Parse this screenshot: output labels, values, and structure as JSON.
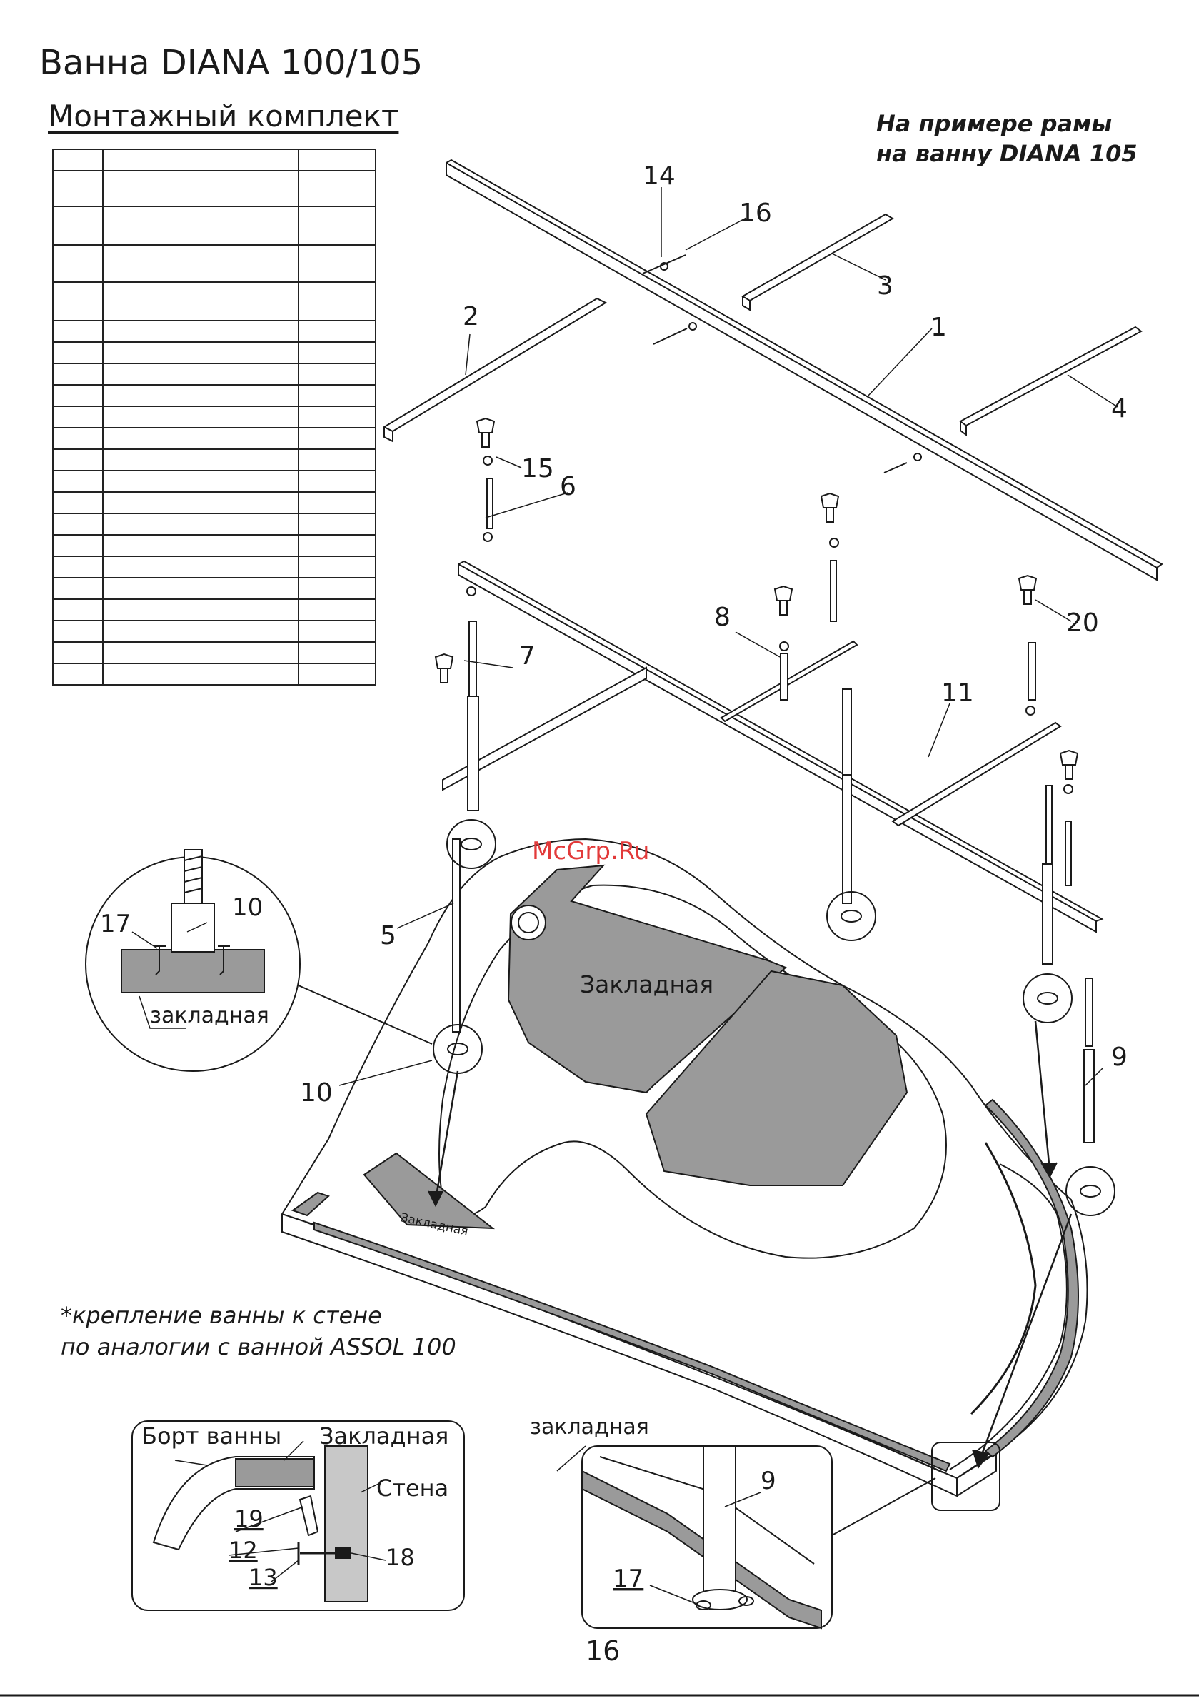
{
  "header": {
    "title": "Ванна DIANA  100/105",
    "subtitle": "Монтажный комплект",
    "example_line1": "На примере рамы",
    "example_line2": "на ванну DIANA 105"
  },
  "kit_table": {
    "rows": 22,
    "columns": 3
  },
  "callouts": {
    "c1": "1",
    "c2": "2",
    "c3": "3",
    "c4": "4",
    "c5": "5",
    "c6": "6",
    "c7": "7",
    "c8": "8",
    "c9": "9",
    "c10": "10",
    "c11": "11",
    "c14": "14",
    "c15": "15",
    "c16": "16",
    "c20": "20"
  },
  "main_labels": {
    "embed_large": "Закладная",
    "embed_small": "Закладная"
  },
  "detail_foot": {
    "label_10": "10",
    "label_17": "17",
    "embed": "закладная"
  },
  "note": {
    "line1": "*крепление ванны к стене",
    "line2": "по аналогии с ванной ASSOL 100"
  },
  "wall_detail": {
    "rim": "Борт ванны",
    "embed": "Закладная",
    "wall": "Стена",
    "n19": "19",
    "n12": "12",
    "n13": "13",
    "n18": "18"
  },
  "corner_detail": {
    "embed": "закладная",
    "n9": "9",
    "n17": "17"
  },
  "watermark": "McGrp.Ru",
  "page_number": "16",
  "colors": {
    "ink": "#1a1a1a",
    "embed_fill": "#9a9a9a",
    "wall_fill": "#c8c8c8",
    "watermark": "#e23a3a"
  }
}
